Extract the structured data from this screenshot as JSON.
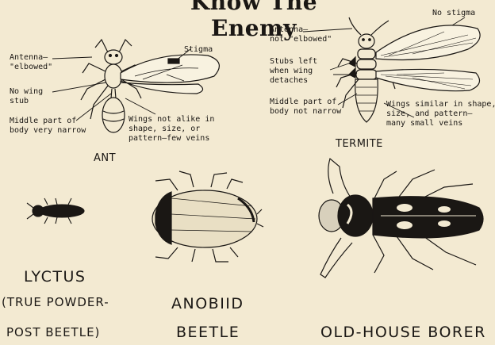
{
  "title": "Know The Enemy",
  "ant": {
    "caption": "ANT",
    "labels": {
      "antenna": "Antenna—\n\"elbowed\"",
      "no_wing_stub": "No wing\nstub",
      "middle_part": "Middle part of\nbody very narrow",
      "stigma": "Stigma",
      "wings": "Wings not alike in\nshape, size, or\npattern—few veins"
    }
  },
  "termite": {
    "caption": "TERMITE",
    "labels": {
      "antenna": "Antenna—\nnot \"elbowed\"",
      "no_stigma": "No stigma",
      "stubs": "Stubs left\nwhen wing\ndetaches",
      "middle_part": "Middle part of\nbody not narrow",
      "wings": "Wings similar in shape,\nsize, and pattern—\nmany small veins"
    }
  },
  "beetles": {
    "lyctus_name": "LYCTUS",
    "lyctus_sub1": "(TRUE POWDER-",
    "lyctus_sub2": "POST BEETLE)",
    "anobiid_1": "ANOBIID",
    "anobiid_2": "BEETLE",
    "old_house": "OLD-HOUSE BORER"
  }
}
